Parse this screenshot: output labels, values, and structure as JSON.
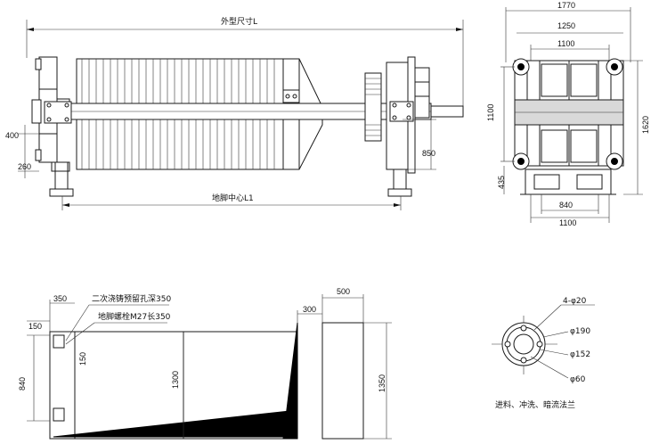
{
  "filter_press": {
    "overall_length_label": "外型尺寸L",
    "foot_center_label": "地脚中心L1",
    "dim_400": "400",
    "dim_260": "260",
    "dim_850": "850"
  },
  "end_view": {
    "dim_1770": "1770",
    "dim_1250": "1250",
    "dim_1100_top": "1100",
    "dim_1100_left": "1100",
    "dim_1620": "1620",
    "dim_435": "435",
    "dim_840": "840",
    "dim_1100_bottom": "1100"
  },
  "foundation": {
    "dim_350": "350",
    "note_grout_hole": "二次浇铸预留孔深350",
    "note_anchor_bolt": "地脚螺栓M27长350",
    "dim_150_h": "150",
    "dim_150_v": "150",
    "dim_840": "840",
    "dim_1300": "1300",
    "dim_300": "300",
    "dim_500": "500",
    "dim_1350": "1350"
  },
  "flange": {
    "holes": "4-φ20",
    "d190": "φ190",
    "d152": "φ152",
    "d60": "φ60",
    "caption": "进料、冲洗、暗流法兰"
  }
}
